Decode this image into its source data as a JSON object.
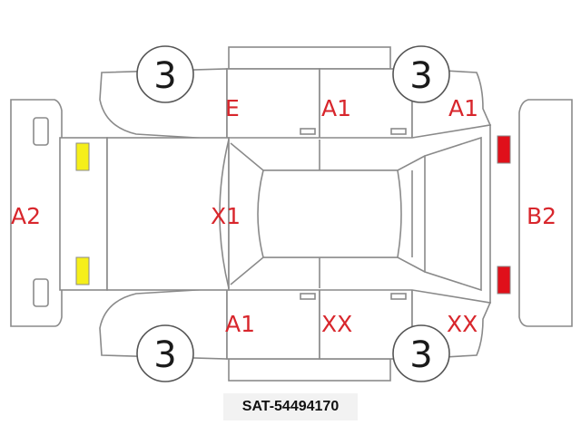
{
  "damage_labels": {
    "rear_bumper": "A2",
    "front_bumper": "B2",
    "upper_left": "E",
    "upper_mid": "A1",
    "upper_right": "A1",
    "roof": "X1",
    "lower_left": "A1",
    "lower_mid": "XX",
    "lower_right": "XX"
  },
  "wheels": {
    "top_left": "3",
    "top_right": "3",
    "bottom_left": "3",
    "bottom_right": "3"
  },
  "reference_code": "SAT-54494170",
  "colors": {
    "label_red": "#d8262c",
    "yellow_marker": "#f5ef1a",
    "red_marker": "#e0101a",
    "outline": "#8a8a8a"
  }
}
